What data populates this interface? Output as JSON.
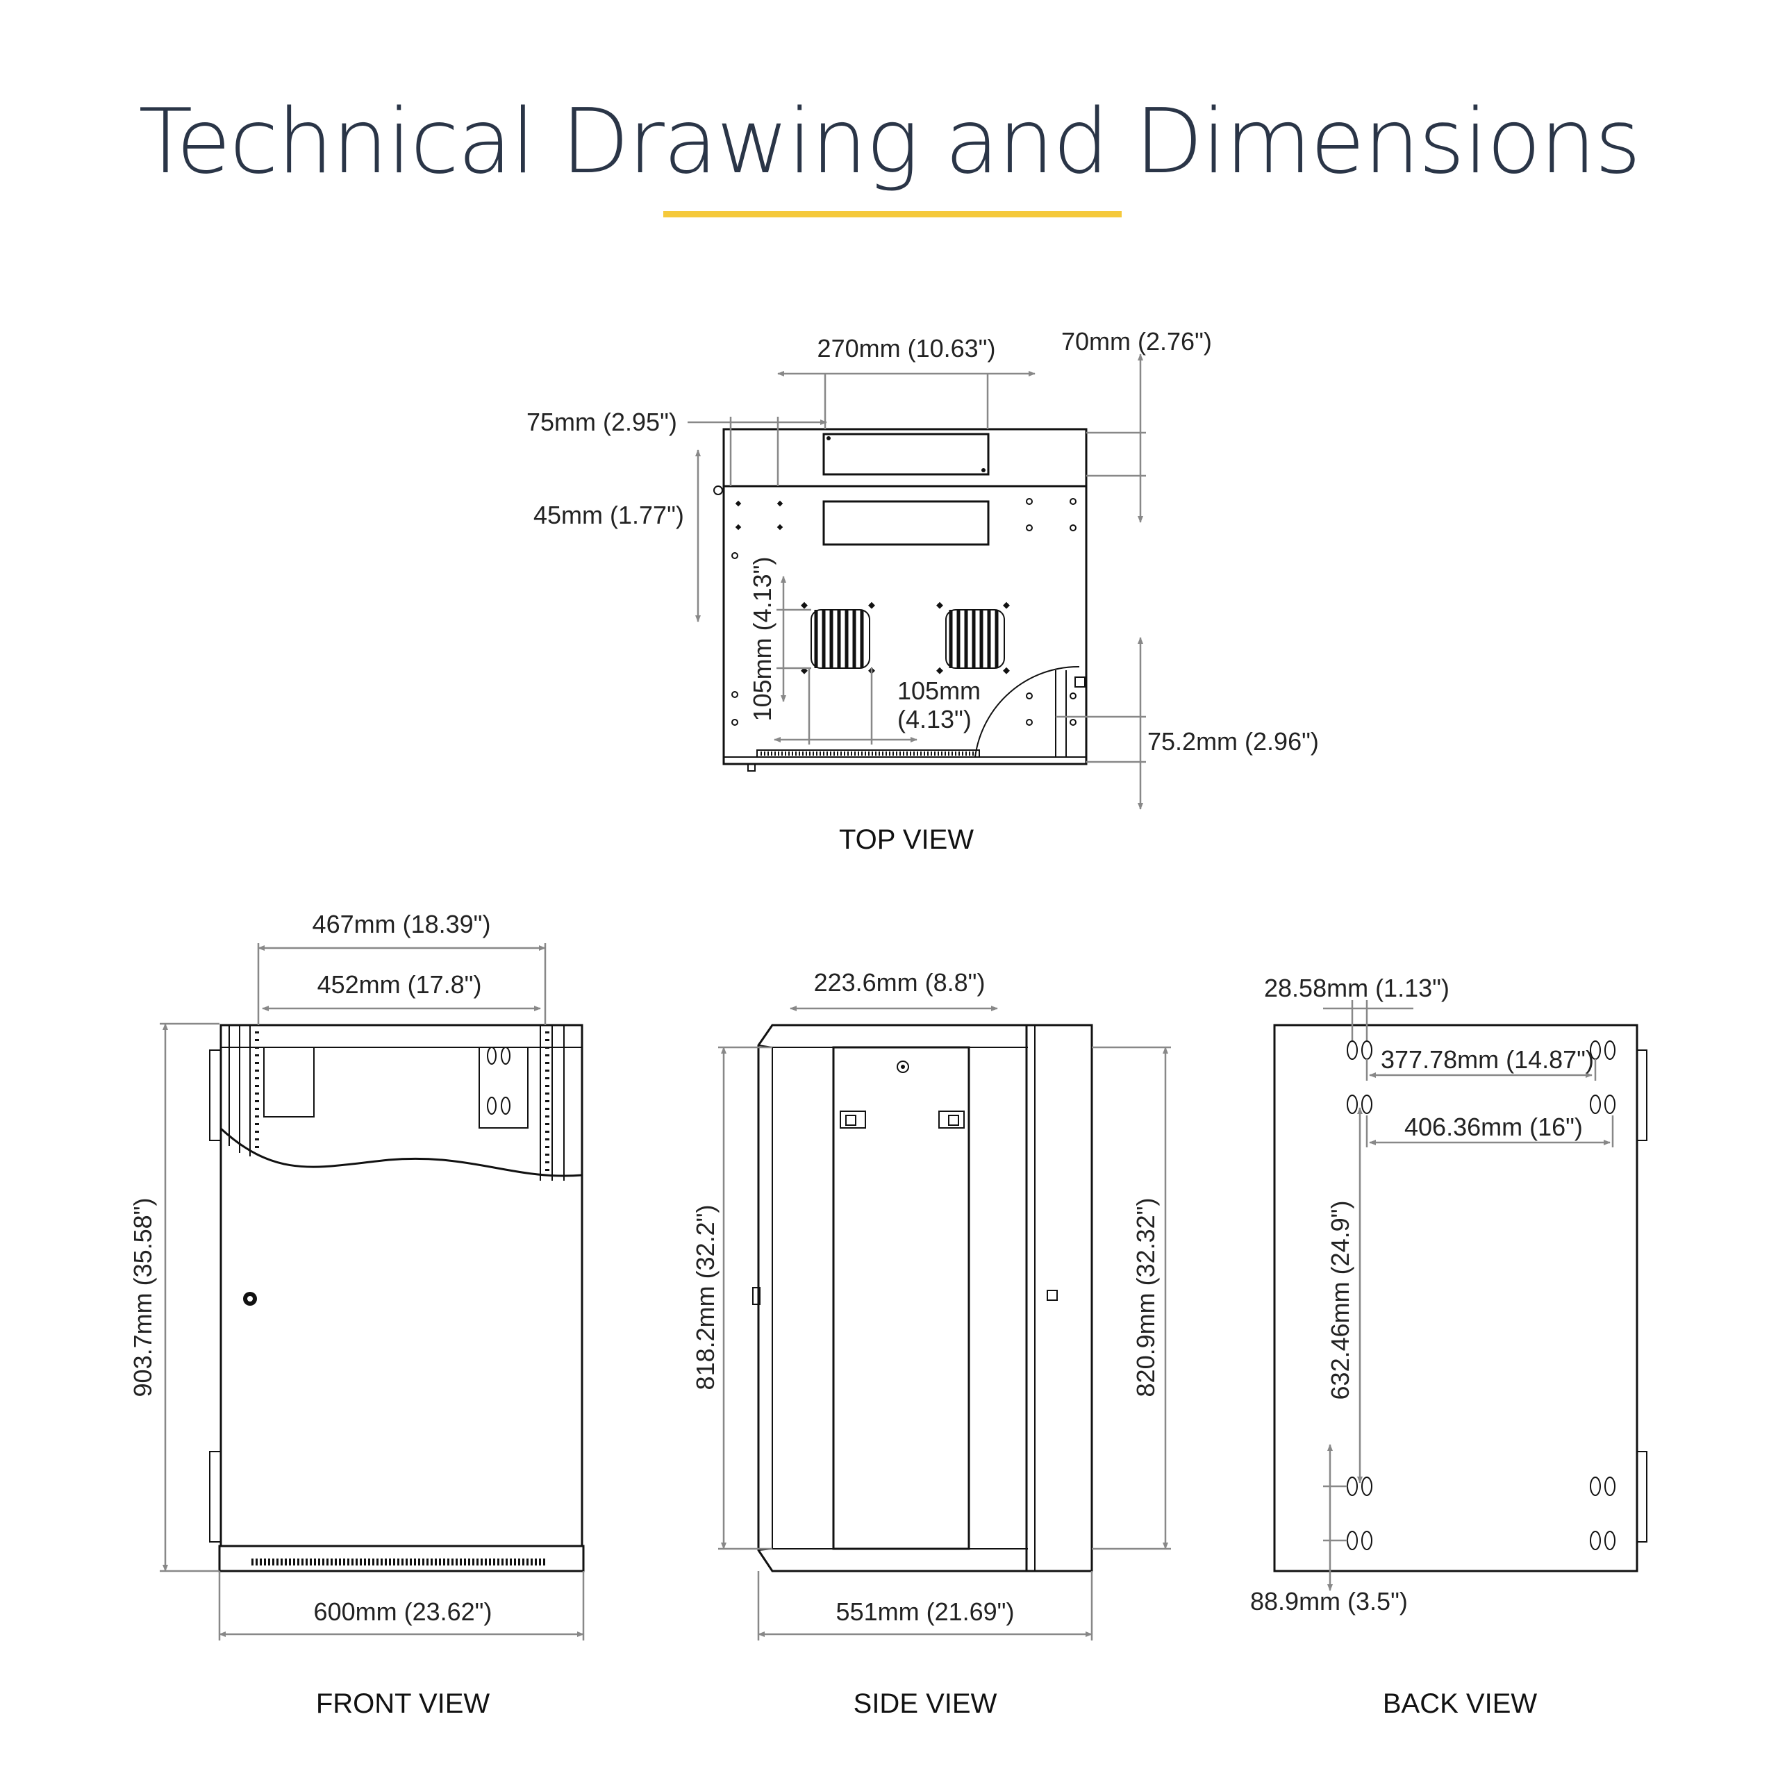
{
  "title": "Technical Drawing and Dimensions",
  "colors": {
    "accent": "#f5c93b",
    "title": "#2a3547",
    "line": "#111111",
    "dimension": "#888888"
  },
  "views": {
    "top": {
      "label": "TOP VIEW",
      "dims": {
        "a": "270mm (10.63\")",
        "b": "70mm (2.76\")",
        "c": "75mm (2.95\")",
        "d": "45mm (1.77\")",
        "e": "105mm (4.13\")",
        "f1": "105mm",
        "f2": "(4.13\")",
        "g": "75.2mm (2.96\")"
      }
    },
    "front": {
      "label": "FRONT VIEW",
      "dims": {
        "a": "467mm (18.39\")",
        "b": "452mm (17.8\")",
        "c": "903.7mm (35.58\")",
        "d": "600mm (23.62\")"
      }
    },
    "side": {
      "label": "SIDE VIEW",
      "dims": {
        "a": "223.6mm (8.8\")",
        "b": "818.2mm (32.2\")",
        "c": "820.9mm (32.32\")",
        "d": "551mm (21.69\")"
      }
    },
    "back": {
      "label": "BACK VIEW",
      "dims": {
        "a": "28.58mm (1.13\")",
        "b": "377.78mm (14.87\")",
        "c": "406.36mm (16\")",
        "d": "632.46mm (24.9\")",
        "e": "88.9mm (3.5\")"
      }
    }
  }
}
